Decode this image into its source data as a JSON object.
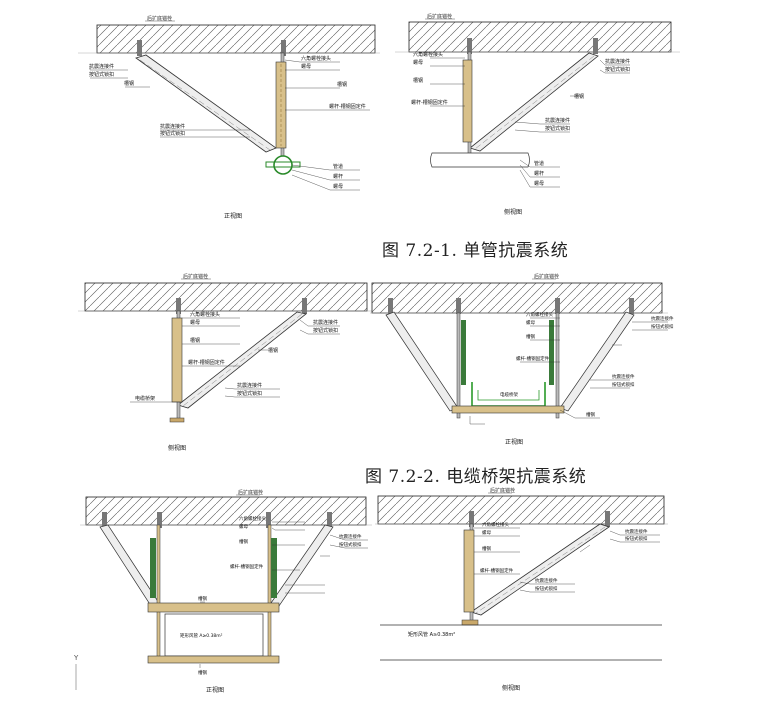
{
  "captions": {
    "fig1": "图 7.2-1. 单管抗震系统",
    "fig2": "图 7.2-2. 电缆桥架抗震系统"
  },
  "drawings": {
    "d1": {
      "slab": "后扩底锚栓",
      "view": "正视图",
      "labels": [
        "六角螺栓接头",
        "螺母",
        "槽钢",
        "螺杆-槽钢固定件",
        "抗震连接件",
        "按钮式锁扣",
        "抗震连接件",
        "按钮式锁扣",
        "槽钢",
        "管道",
        "螺杆",
        "螺母"
      ]
    },
    "d2": {
      "slab": "后扩底锚栓",
      "view": "侧视图",
      "labels": [
        "六角螺栓接头",
        "螺母",
        "槽钢",
        "螺杆-槽钢固定件",
        "抗震连接件",
        "按钮式锁扣",
        "槽钢",
        "抗震连接件",
        "按钮式锁扣",
        "管道",
        "螺杆",
        "螺母"
      ]
    },
    "d3": {
      "slab": "后扩底锚栓",
      "view": "侧视图",
      "labels": [
        "六角螺栓接头",
        "螺母",
        "槽钢",
        "螺杆-槽钢固定件",
        "抗震连接件",
        "按钮式锁扣",
        "槽钢",
        "抗震连接件",
        "按钮式锁扣",
        "电缆桥架"
      ]
    },
    "d4": {
      "slab": "后扩底锚栓",
      "view": "正视图",
      "tray": "电缆桥架",
      "labels": [
        "六角螺栓接头",
        "螺母",
        "槽钢",
        "螺杆-槽钢固定件",
        "抗震连接件",
        "按钮式锁扣",
        "抗震连接件",
        "按钮式锁扣",
        "槽钢"
      ]
    },
    "d5": {
      "slab": "后扩底锚栓",
      "view": "正视图",
      "duct": "矩形风管 A≥0.38m²",
      "labels": [
        "六角螺栓接头",
        "螺母",
        "槽钢",
        "螺杆-槽钢固定件",
        "抗震连接件",
        "按钮式锁扣",
        "槽钢",
        "槽钢"
      ]
    },
    "d6": {
      "slab": "后扩底锚栓",
      "view": "侧视图",
      "duct": "矩形风管 A≥0.38m²",
      "labels": [
        "六角螺栓接头",
        "螺母",
        "槽钢",
        "螺杆-槽钢固定件",
        "抗震连接件",
        "按钮式锁扣",
        "抗震连接件",
        "按钮式锁扣"
      ]
    }
  },
  "axis_marker": "Y"
}
